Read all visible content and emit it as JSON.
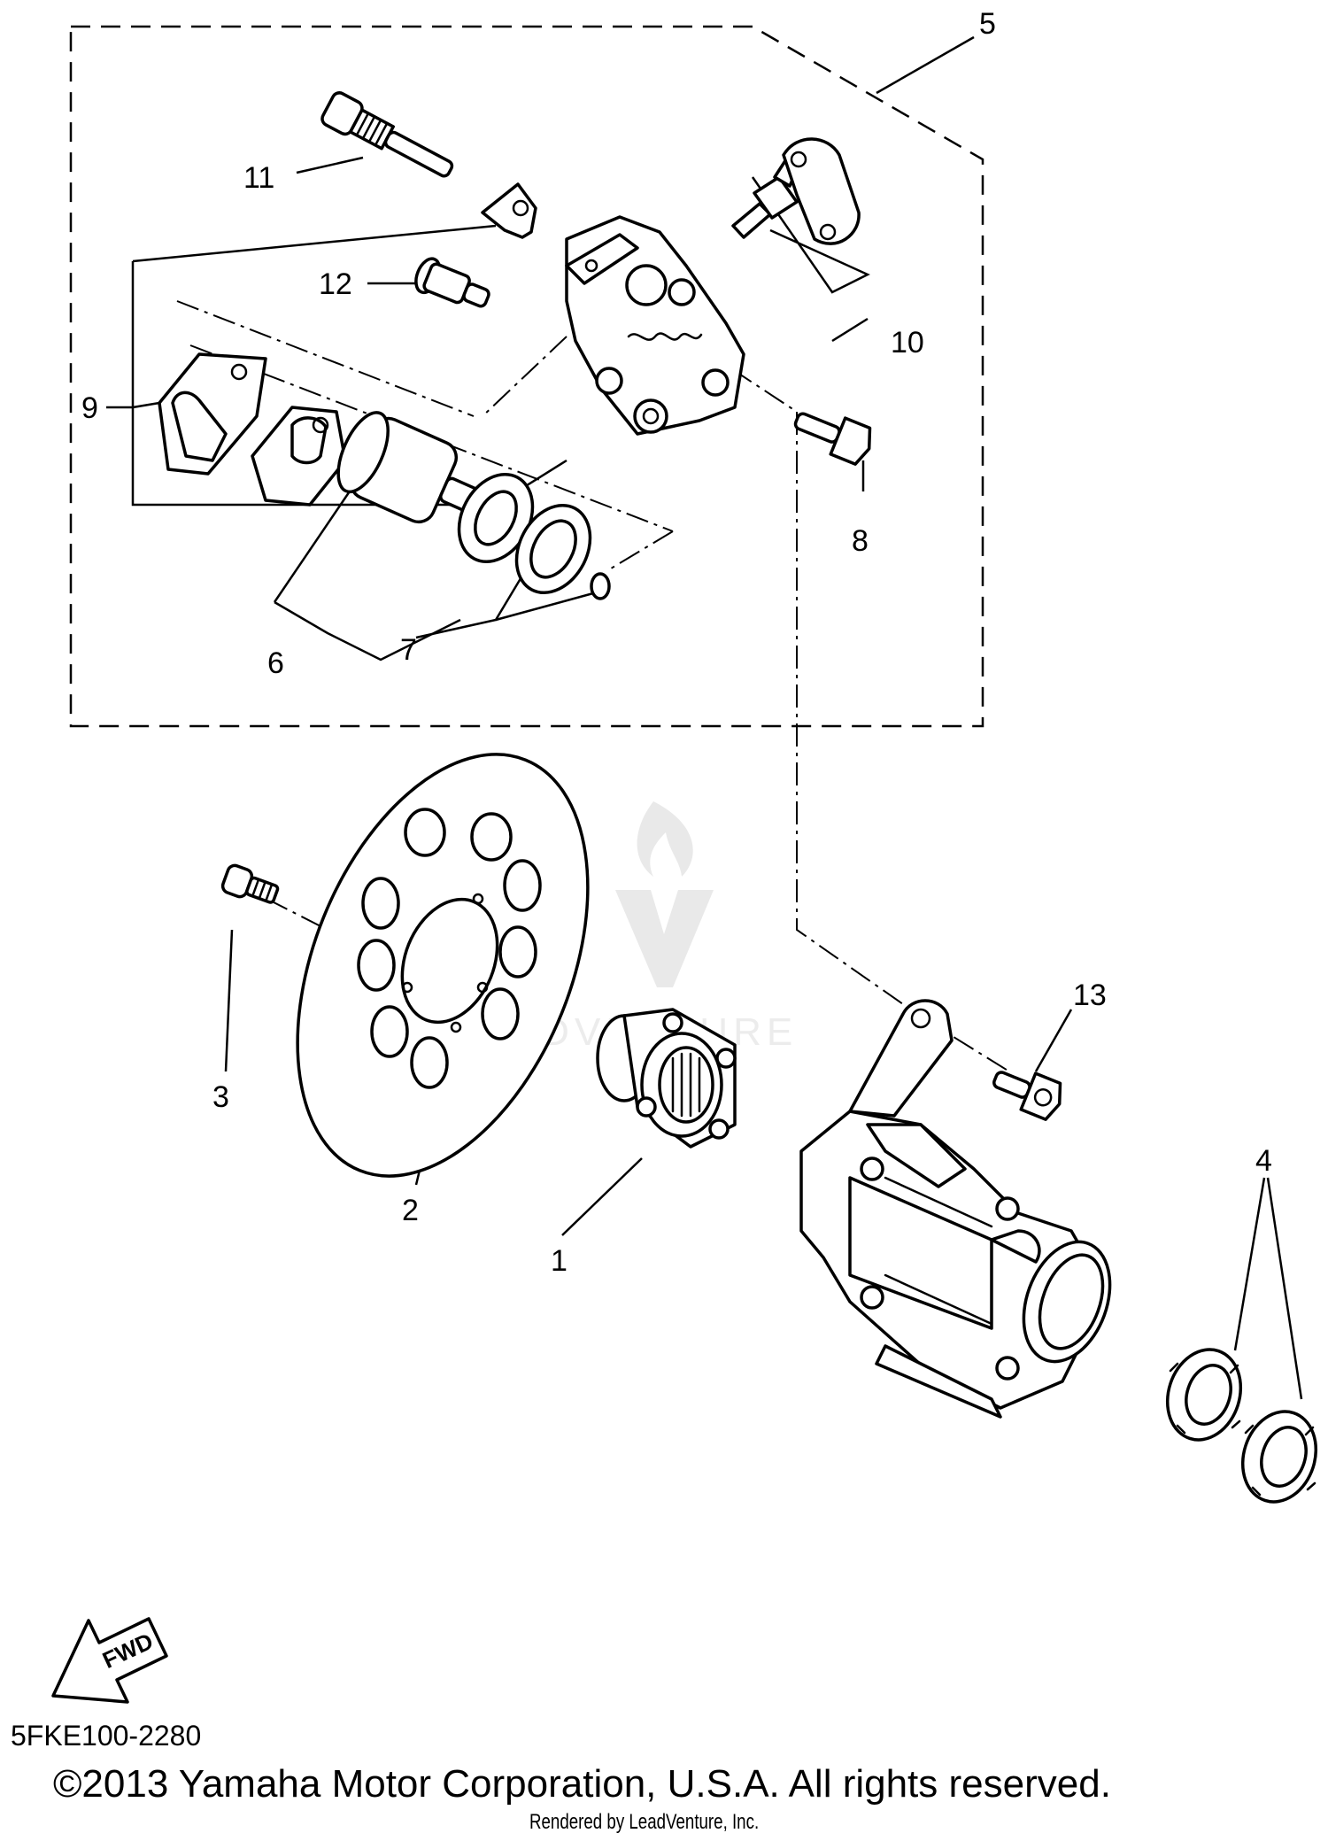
{
  "callouts": {
    "c1": "1",
    "c2": "2",
    "c3": "3",
    "c4": "4",
    "c5": "5",
    "c6": "6",
    "c7": "7",
    "c8": "8",
    "c9": "9",
    "c10": "10",
    "c11": "11",
    "c12": "12",
    "c13": "13"
  },
  "fwd_label": "FWD",
  "watermark": "LEADVENTURE",
  "diagram_code": "5FKE100-2280",
  "copyright": "©2013 Yamaha Motor Corporation, U.S.A. All rights reserved.",
  "rendered_by": "Rendered by LeadVenture, Inc."
}
